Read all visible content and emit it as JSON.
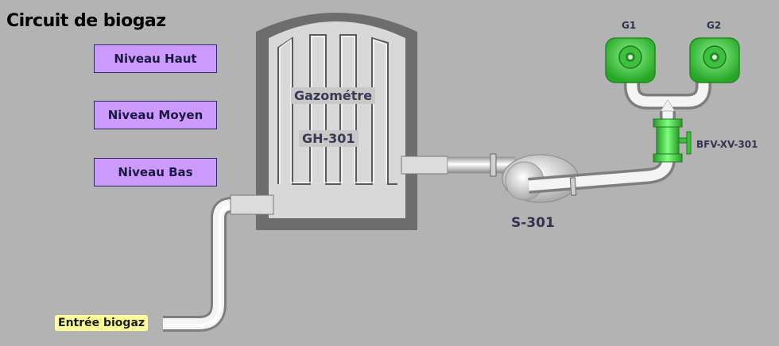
{
  "title": "Circuit de biogaz",
  "level_buttons": {
    "high": "Niveau Haut",
    "medium": "Niveau Moyen",
    "low": "Niveau Bas"
  },
  "tank": {
    "name": "Gazométre",
    "tag": "GH-301"
  },
  "separator": {
    "tag": "S-301"
  },
  "valve": {
    "tag": "BFV-XV-301"
  },
  "generators": {
    "g1": "G1",
    "g2": "G2"
  },
  "inlet": {
    "label": "Entrée biogaz"
  },
  "colors": {
    "background": "#b3b3b3",
    "level_button": "#cc99ff",
    "equipment_green": "#44cc44",
    "inlet_label": "#ffff99"
  }
}
